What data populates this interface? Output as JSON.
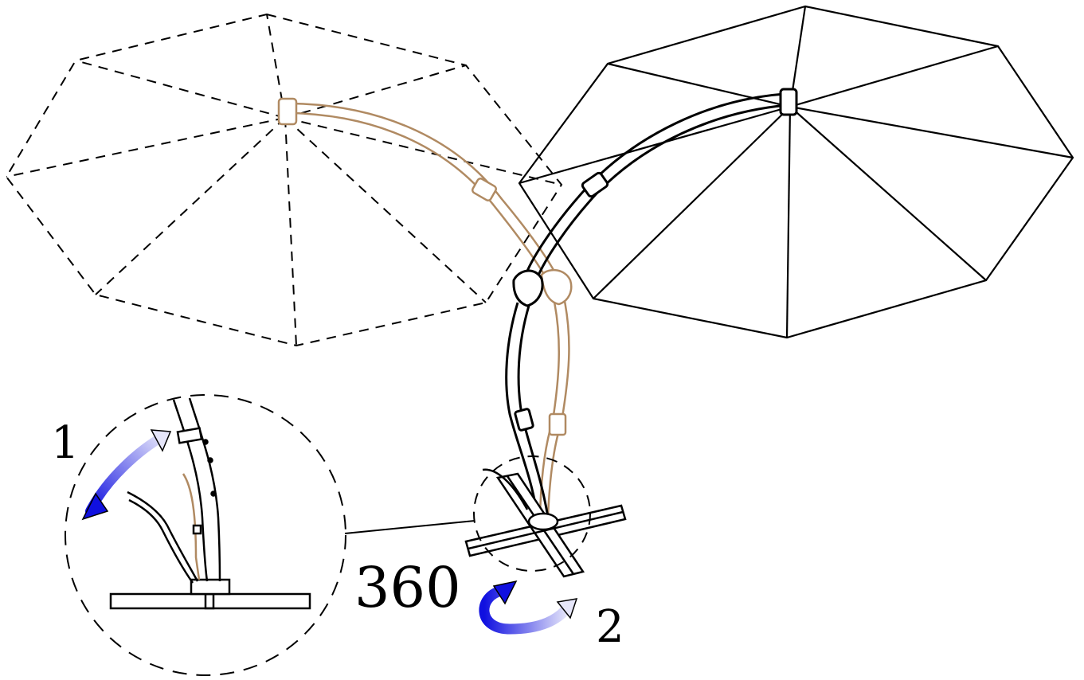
{
  "labels": {
    "step_1": "1",
    "step_2": "2",
    "rotation": "360"
  },
  "colors": {
    "line": "#000000",
    "ghost_arm": "#b08a62",
    "arrow_dark": "#1010e0",
    "arrow_light": "#dcdcf6"
  },
  "icons": {
    "tilt_arrow": "curved-double-arrow-icon",
    "rotate_arrow": "rotate-arrow-icon"
  }
}
